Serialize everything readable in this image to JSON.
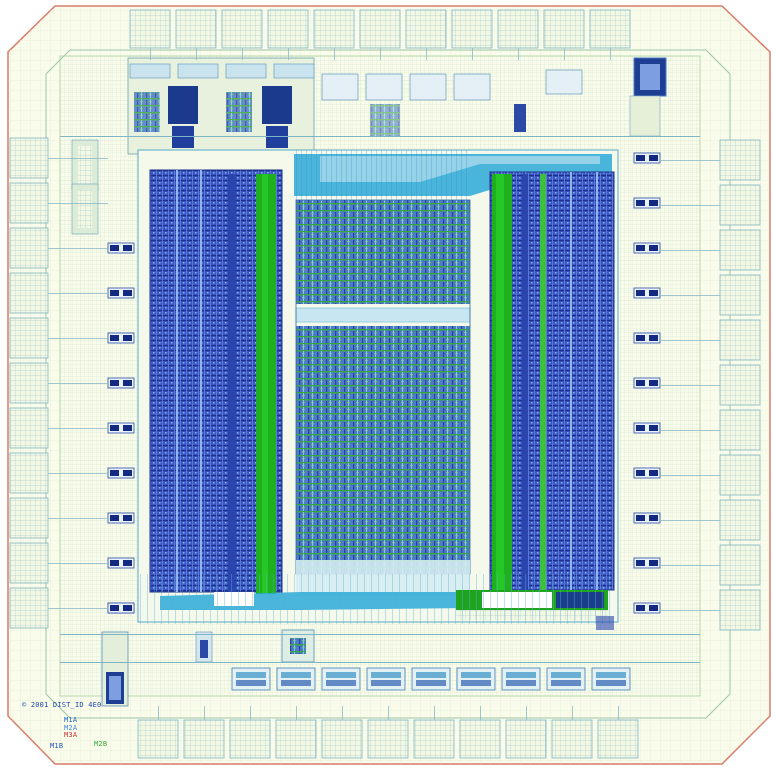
{
  "caption": {
    "copyright": "© 2001 DIST_ID 4E0",
    "marks": [
      "M1A",
      "M2A",
      "M3A",
      "M1B",
      "M2B"
    ]
  },
  "colors": {
    "substrate": "#f9fcea",
    "outline": "#d97a6a",
    "pad_ring": "#7fb3c2",
    "grid": "#cfe2c9",
    "metal_blue": "#2f48b0",
    "metal_dark": "#142a80",
    "metal_cyan": "#2aa9d8",
    "metal_green": "#1fb01f",
    "poly_light": "#9ed6ea"
  },
  "regions": {
    "left_array": "memory-array",
    "center_logic": "random-logic",
    "right_array": "memory-array",
    "pads": "io-pad-ring"
  }
}
